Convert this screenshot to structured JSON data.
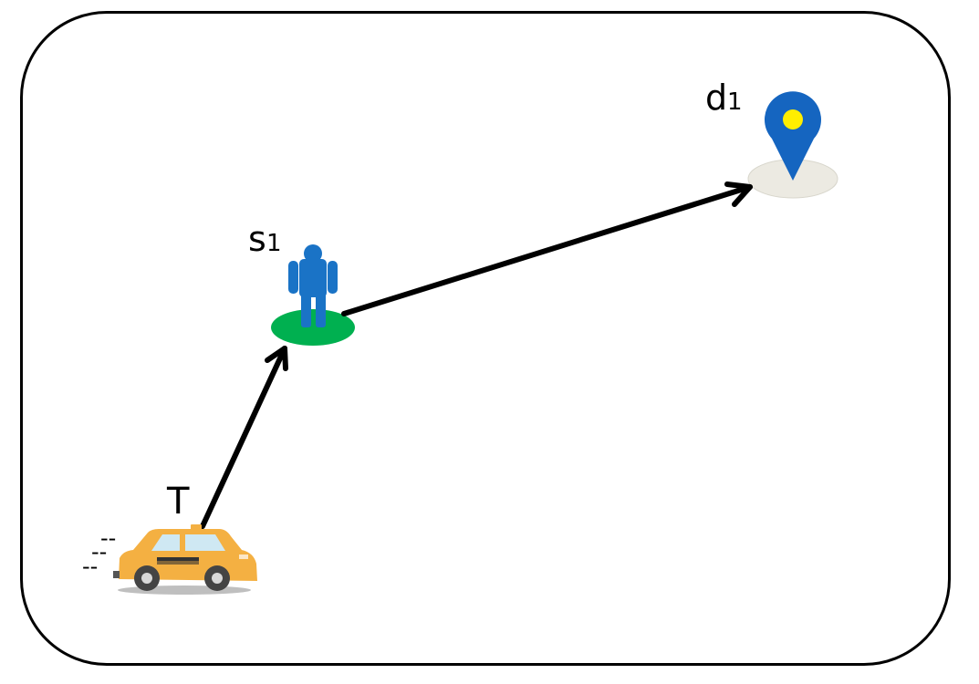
{
  "labels": {
    "taxi": "T",
    "source_main": "s",
    "source_sub": "1",
    "dest_main": "d",
    "dest_sub": "1",
    "motion_marks": [
      "--",
      "--",
      "--"
    ]
  },
  "icons": {
    "taxi": "taxi-icon",
    "passenger": "person-icon",
    "destination": "map-pin-icon"
  },
  "colors": {
    "taxi_body": "#f4b042",
    "passenger": "#1a73c6",
    "pickup_ellipse": "#00b050",
    "pin": "#1565c0",
    "pin_dot": "#ffee00",
    "dest_ellipse": "#eceae2",
    "arrow": "#000000"
  }
}
